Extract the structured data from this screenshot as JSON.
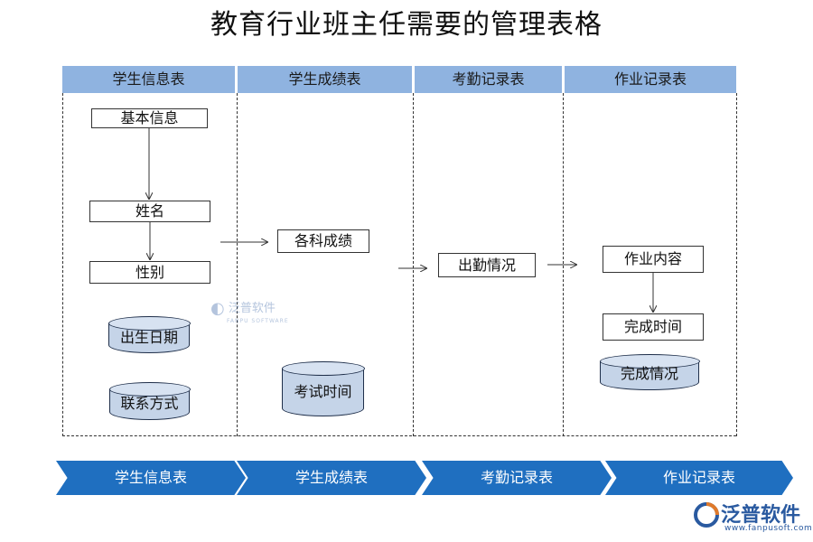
{
  "title": "教育行业班主任需要的管理表格",
  "columns": [
    {
      "header": "学生信息表"
    },
    {
      "header": "学生成绩表"
    },
    {
      "header": "考勤记录表"
    },
    {
      "header": "作业记录表"
    }
  ],
  "col1": {
    "boxes": [
      "基本信息",
      "姓名",
      "性别"
    ],
    "cylinders": [
      "出生日期",
      "联系方式"
    ]
  },
  "col2": {
    "boxes": [
      "各科成绩"
    ],
    "cylinders": [
      "考试时间"
    ]
  },
  "col3": {
    "boxes": [
      "出勤情况"
    ]
  },
  "col4": {
    "boxes": [
      "作业内容",
      "完成时间"
    ],
    "cylinders": [
      "完成情况"
    ]
  },
  "flow": [
    "学生信息表",
    "学生成绩表",
    "考勤记录表",
    "作业记录表"
  ],
  "watermark": {
    "name": "泛普软件",
    "sub": "FANPU SOFTWARE"
  },
  "brand": {
    "name": "泛普软件",
    "url": "www.fanpusoft.com"
  },
  "colors": {
    "header_bg": "#8fb3e0",
    "cylinder_fill": "#c5d4e8",
    "flow_bg": "#1f6fc0",
    "brand": "#2a5aa0"
  }
}
